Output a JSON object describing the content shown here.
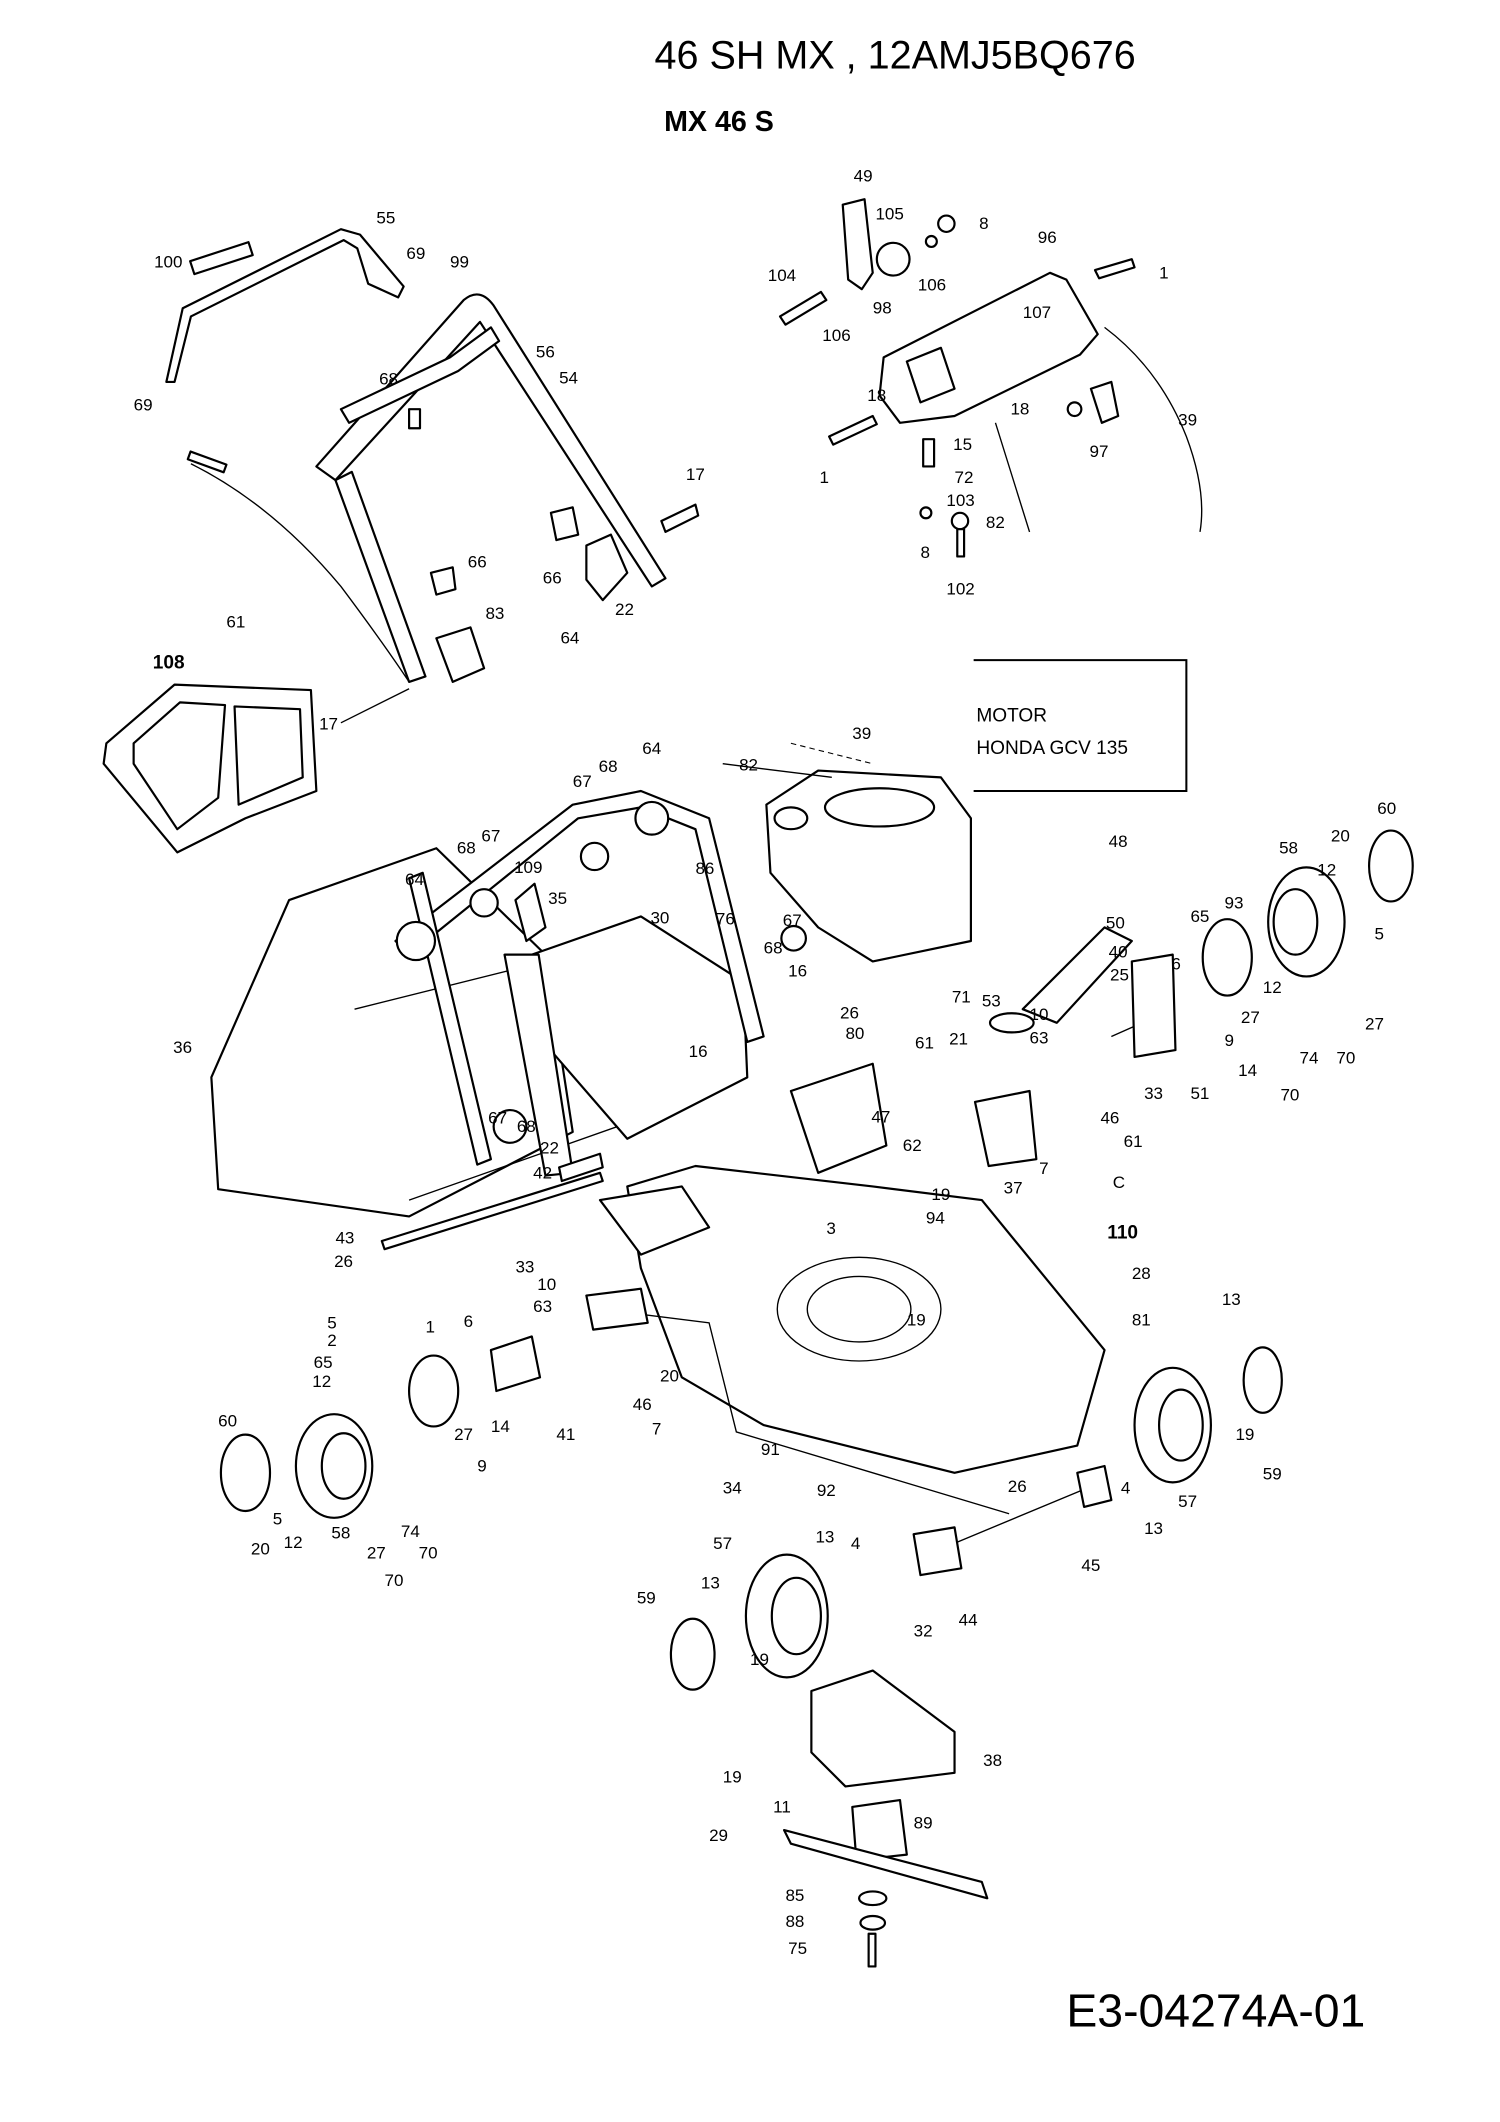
{
  "header": {
    "title": "46 SH MX   , 12AMJ5BQ676",
    "subtitle": "MX 46 S"
  },
  "motor_box": {
    "line1": "MOTOR",
    "line2": "HONDA GCV 135"
  },
  "footer": {
    "drawing_number": "E3-04274A-01"
  },
  "callouts": [
    "55",
    "100",
    "69",
    "99",
    "56",
    "54",
    "68",
    "69",
    "17",
    "66",
    "66",
    "22",
    "61",
    "83",
    "64",
    "108",
    "17",
    "49",
    "105",
    "8",
    "96",
    "1",
    "104",
    "106",
    "106",
    "98",
    "107",
    "18",
    "18",
    "39",
    "97",
    "1",
    "15",
    "72",
    "103",
    "82",
    "8",
    "102",
    "39",
    "82",
    "64",
    "68",
    "67",
    "67",
    "68",
    "109",
    "35",
    "30",
    "86",
    "76",
    "64",
    "67",
    "68",
    "16",
    "36",
    "26",
    "80",
    "61",
    "16",
    "67",
    "68",
    "22",
    "42",
    "47",
    "62",
    "19",
    "43",
    "26",
    "94",
    "3",
    "110",
    "19",
    "33",
    "10",
    "63",
    "6",
    "5",
    "2",
    "1",
    "65",
    "12",
    "46",
    "20",
    "27",
    "14",
    "9",
    "41",
    "7",
    "60",
    "34",
    "91",
    "92",
    "5",
    "20",
    "12",
    "58",
    "27",
    "74",
    "70",
    "70",
    "48",
    "58",
    "20",
    "60",
    "12",
    "5",
    "93",
    "65",
    "12",
    "50",
    "40",
    "6",
    "25",
    "27",
    "27",
    "53",
    "71",
    "10",
    "21",
    "63",
    "9",
    "74",
    "70",
    "70",
    "14",
    "33",
    "51",
    "46",
    "61",
    "7",
    "C",
    "37",
    "28",
    "81",
    "13",
    "19",
    "59",
    "4",
    "57",
    "13",
    "26",
    "45",
    "57",
    "13",
    "4",
    "32",
    "44",
    "13",
    "59",
    "19",
    "38",
    "19",
    "11",
    "89",
    "29",
    "85",
    "88",
    "75"
  ]
}
